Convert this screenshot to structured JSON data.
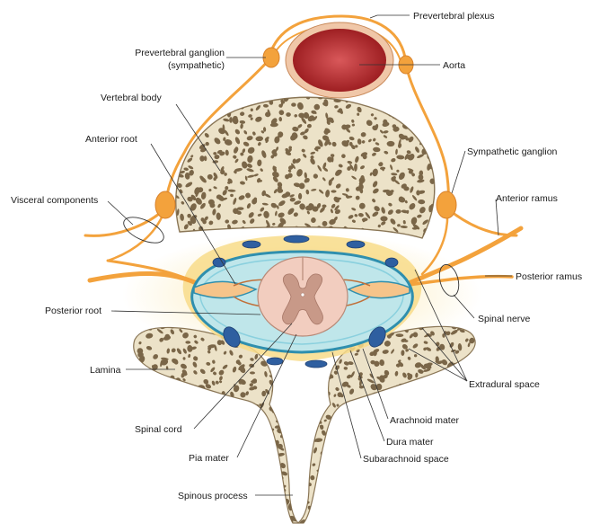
{
  "labels": {
    "prevertebral_plexus": "Prevertebral plexus",
    "prevertebral_ganglion_line1": "Prevertebral ganglion",
    "prevertebral_ganglion_line2": "(sympathetic)",
    "aorta": "Aorta",
    "vertebral_body": "Vertebral body",
    "anterior_root": "Anterior root",
    "sympathetic_ganglion": "Sympathetic ganglion",
    "visceral_components": "Visceral components",
    "anterior_ramus": "Anterior ramus",
    "posterior_ramus": "Posterior ramus",
    "posterior_root": "Posterior root",
    "spinal_nerve": "Spinal nerve",
    "lamina": "Lamina",
    "extradural_space": "Extradural space",
    "arachnoid_mater": "Arachnoid mater",
    "spinal_cord": "Spinal cord",
    "dura_mater": "Dura mater",
    "pia_mater": "Pia mater",
    "subarachnoid_space": "Subarachnoid space",
    "spinous_process": "Spinous process"
  },
  "colors": {
    "bone": "#ece2c8",
    "bone_pore": "#7a6648",
    "nerve": "#f3a23c",
    "fat": "#f8dc8a",
    "csf": "#bfe6ea",
    "dura": "#2f8fae",
    "cord": "#f2cdbf",
    "grey_matter": "#c89988",
    "vein": "#2f5fa0",
    "aorta": "#b52a2a"
  }
}
